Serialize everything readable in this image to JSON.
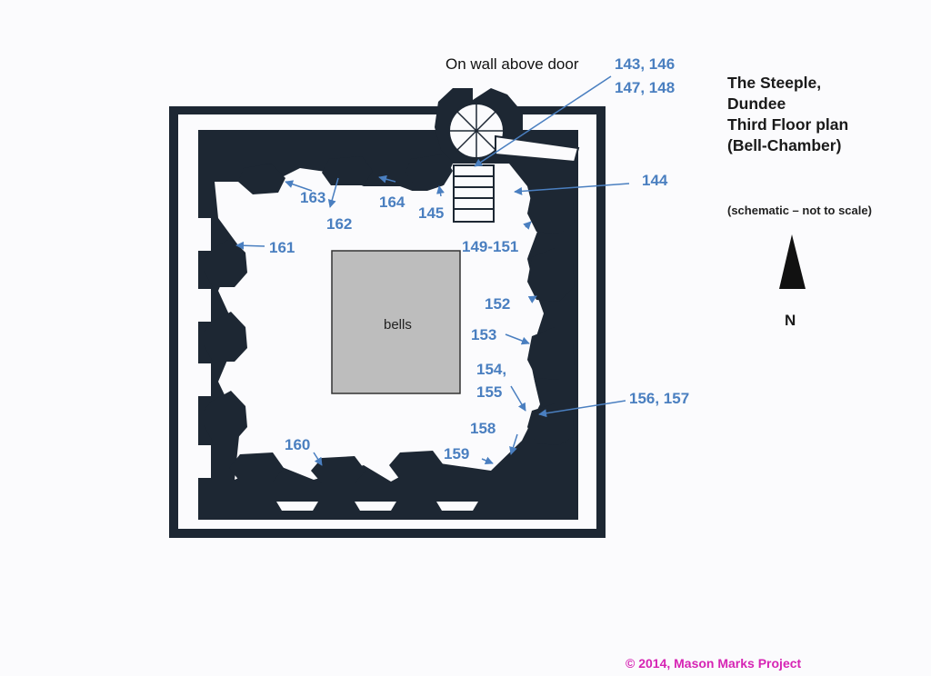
{
  "title_lines": [
    "The Steeple,",
    "Dundee",
    "Third Floor plan",
    "(Bell-Chamber)"
  ],
  "subtitle": "(schematic – not to scale)",
  "north_label": "N",
  "wall_note": "On wall above door",
  "center_label": "bells",
  "copyright": "© 2014, Mason Marks Project",
  "colors": {
    "wall": "#1d2733",
    "mark_label": "#4a7fc0",
    "bells_fill": "#bdbdbd",
    "copyright": "#d624b4",
    "paper": "#fbfbfd"
  },
  "icons": [
    "north-arrow-icon",
    "spiral-stair-icon",
    "straight-stair-icon"
  ],
  "marks": {
    "m143_146": "143, 146",
    "m147_148": "147, 148",
    "m144": "144",
    "m145": "145",
    "m149_151": "149-151",
    "m152": "152",
    "m153": "153",
    "m154": "154,",
    "m155": "155",
    "m156_157": "156, 157",
    "m158": "158",
    "m159": "159",
    "m160": "160",
    "m161": "161",
    "m162": "162",
    "m163": "163",
    "m164": "164"
  }
}
